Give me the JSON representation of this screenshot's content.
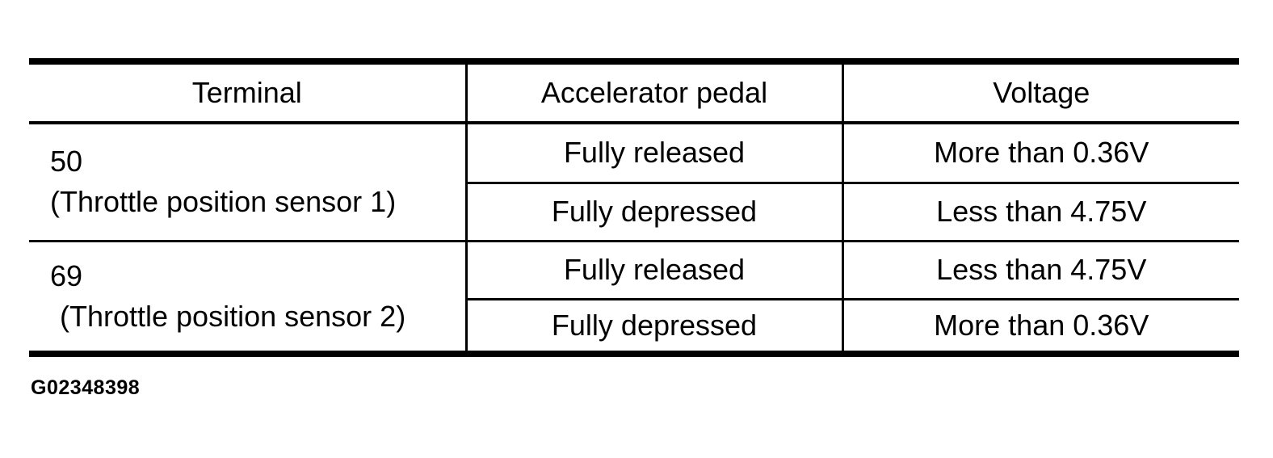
{
  "figure_id": "G02348398",
  "colors": {
    "background": "#ffffff",
    "text": "#000000",
    "line": "#000000"
  },
  "table": {
    "headers": [
      "Terminal",
      "Accelerator pedal",
      "Voltage"
    ],
    "groups": [
      {
        "terminal": "50",
        "terminal_label": "(Throttle position sensor 1)",
        "rows": [
          {
            "pedal": "Fully released",
            "voltage": "More than 0.36V"
          },
          {
            "pedal": "Fully depressed",
            "voltage": "Less than 4.75V"
          }
        ]
      },
      {
        "terminal": "69",
        "terminal_label": "(Throttle position sensor 2)",
        "rows": [
          {
            "pedal": "Fully released",
            "voltage": "Less than 4.75V"
          },
          {
            "pedal": "Fully depressed",
            "voltage": "More than 0.36V"
          }
        ]
      }
    ]
  },
  "chart_data": {
    "type": "table",
    "columns": [
      "Terminal",
      "Accelerator pedal",
      "Voltage"
    ],
    "rows": [
      [
        "50 (Throttle position sensor 1)",
        "Fully released",
        "More than 0.36V"
      ],
      [
        "50 (Throttle position sensor 1)",
        "Fully depressed",
        "Less than 4.75V"
      ],
      [
        "69 (Throttle position sensor 2)",
        "Fully released",
        "Less than 4.75V"
      ],
      [
        "69 (Throttle position sensor 2)",
        "Fully depressed",
        "More than 0.36V"
      ]
    ]
  }
}
